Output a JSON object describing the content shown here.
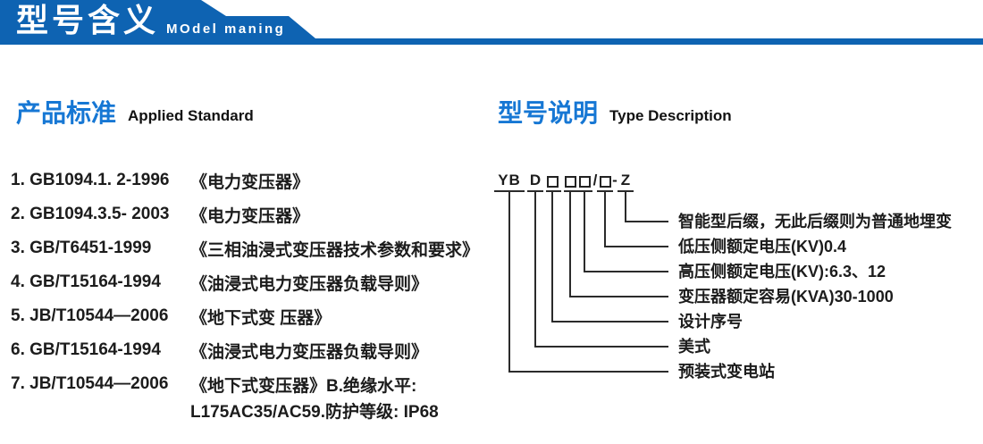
{
  "header": {
    "title": "型号含义",
    "subtitle": "MOdel maning"
  },
  "standards": {
    "heading_cn": "产品标准",
    "heading_en": "Applied Standard",
    "items": [
      {
        "code": "1. GB1094.1. 2-1996",
        "title": "《电力变压器》"
      },
      {
        "code": "2. GB1094.3.5- 2003",
        "title": "《电力变压器》"
      },
      {
        "code": "3. GB/T6451-1999",
        "title": "《三相油浸式变压器技术参数和要求》"
      },
      {
        "code": "4. GB/T15164-1994",
        "title": "《油浸式电力变压器负载导则》"
      },
      {
        "code": "5. JB/T10544—2006",
        "title": "《地下式变 压器》"
      },
      {
        "code": "6. GB/T15164-1994",
        "title": "《油浸式电力变压器负载导则》"
      },
      {
        "code": "7. JB/T10544—2006",
        "title": "《地下式变压器》B.绝缘水平:"
      }
    ],
    "continuation": "L175AC35/AC59.防护等级: IP68"
  },
  "type_desc": {
    "heading_cn": "型号说明",
    "heading_en": "Type Description",
    "code": {
      "yb": "YB",
      "d": "D",
      "slash": "/",
      "dash": "-",
      "z": "Z"
    },
    "descriptions": [
      "智能型后缀，无此后缀则为普通地埋变",
      "低压侧额定电压(KV)0.4",
      "高压侧额定电压(KV):6.3、12",
      "变压器额定容易(KVA)30-1000",
      "设计序号",
      "美式",
      "预装式变电站"
    ]
  },
  "colors": {
    "banner_blue": "#0e63b2",
    "heading_blue": "#1677d4",
    "text_dark": "#1c1c1c"
  }
}
